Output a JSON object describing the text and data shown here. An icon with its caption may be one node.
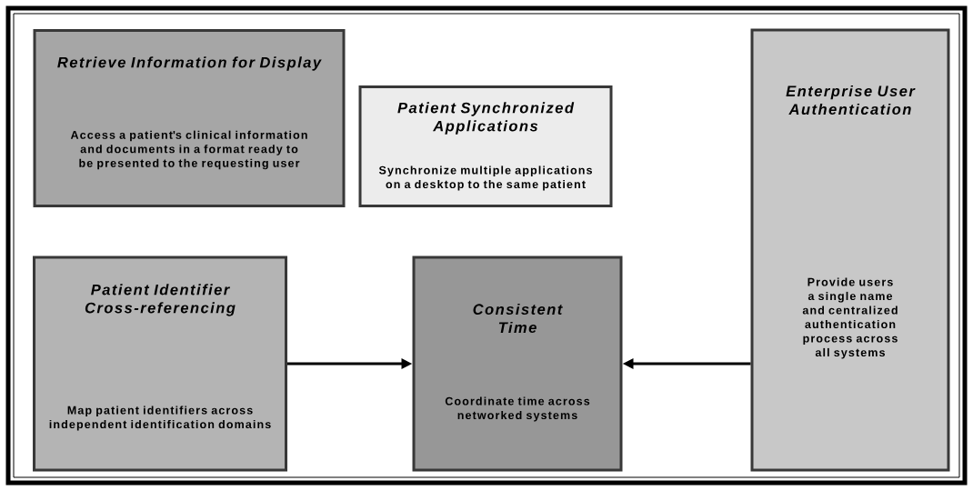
{
  "diagram": {
    "nodes": [
      {
        "text": [
          "Retrieve Information for Display",
          "Access a patient's clinical information and documents in a format ready to be presented to the requesting user"
        ]
      },
      {
        "text": [
          "Patient Synchronized Applications",
          "Synchronize multiple applications on a desktop to the same patient"
        ]
      },
      {
        "text": [
          "Enterprise User Authentication",
          "Provide users a single name and centralized authentication process across all systems"
        ]
      },
      {
        "text": [
          "Patient Identifier Cross-referencing",
          "Map patient identifiers across independent identification domains"
        ]
      },
      {
        "text": [
          "Consistent Time",
          "Coordinate time across networked systems"
        ]
      }
    ],
    "edges": [
      {
        "from": 3,
        "to": 4,
        "arrow": "to"
      },
      {
        "from": 2,
        "to": 4,
        "arrow": "to"
      }
    ]
  }
}
